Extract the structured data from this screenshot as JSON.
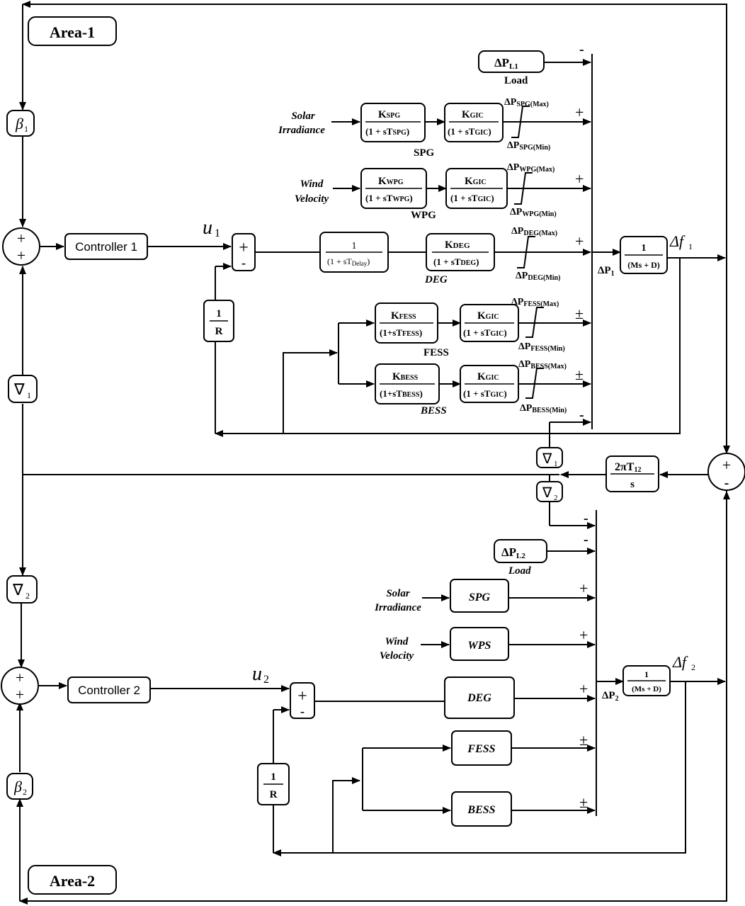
{
  "areas": {
    "area1": "Area-1",
    "area2": "Area-2"
  },
  "controllers": {
    "c1": "Controller 1",
    "c2": "Controller 2"
  },
  "signals": {
    "u1": "u",
    "u1_sub": "1",
    "u2": "u",
    "u2_sub": "2",
    "df1": "Δf",
    "df1_sub": "1",
    "df2": "Δf",
    "df2_sub": "2",
    "dp1": "ΔP",
    "dp1_sub": "1",
    "dp2": "ΔP",
    "dp2_sub": "2"
  },
  "gains": {
    "beta1": "β",
    "beta1_sub": "1",
    "beta2": "β",
    "beta2_sub": "2",
    "nabla1": "∇",
    "nabla1_sub": "1",
    "nabla2": "∇",
    "nabla2_sub": "2"
  },
  "inputs": {
    "solar1": "Solar",
    "solar2": "Irradiance",
    "wind1": "Wind",
    "wind2": "Velocity"
  },
  "area1": {
    "load_box": "ΔP",
    "load_box_sub": "L1",
    "load_label": "Load",
    "spg_num": "K",
    "spg_num_sub": "SPG",
    "spg_den": "(1 + sT",
    "spg_den_sub": "SPG",
    "spg_label": "SPG",
    "wpg_num": "K",
    "wpg_num_sub": "WPG",
    "wpg_den": "(1 + sT",
    "wpg_den_sub": "WPG",
    "wpg_label": "WPG",
    "gic_num": "K",
    "gic_num_sub": "GIC",
    "gic_den": "(1 + sT",
    "gic_den_sub": "GIC",
    "delay_num": "1",
    "delay_den": "(1 + sT",
    "delay_den_sub": "Delay",
    "deg_num": "K",
    "deg_num_sub": "DEG",
    "deg_den": "(1 + sT",
    "deg_den_sub": "DEG",
    "deg_label": "DEG",
    "fess_num": "K",
    "fess_num_sub": "FESS",
    "fess_den": "(1+sT",
    "fess_den_sub": "FESS",
    "fess_label": "FESS",
    "bess_num": "K",
    "bess_num_sub": "BESS",
    "bess_den": "(1+sT",
    "bess_den_sub": "BESS",
    "bess_label": "BESS",
    "droop_num": "1",
    "droop_den": "R",
    "sys_num": "1",
    "sys_den": "(Ms + D)",
    "lim_spg_max": "SPG(Max)",
    "lim_spg_min": "SPG(Min)",
    "lim_wpg_max": "WPG(Max)",
    "lim_wpg_min": "WPG(Min)",
    "lim_deg_max": "DEG(Max)",
    "lim_deg_min": "DEG(Min)",
    "lim_fess_max": "FESS(Max)",
    "lim_fess_min": "FESS(Min)",
    "lim_bess_max": "BESS(Max)",
    "lim_bess_min": "BESS(Min)"
  },
  "tie": {
    "num": "2πT",
    "num_sub": "12",
    "den": "s"
  },
  "area2": {
    "load_box": "ΔP",
    "load_box_sub": "L2",
    "load_label": "Load",
    "spg": "SPG",
    "wps": "WPS",
    "deg": "DEG",
    "fess": "FESS",
    "bess": "BESS",
    "droop_num": "1",
    "droop_den": "R",
    "sys_num": "1",
    "sys_den": "(Ms + D)"
  },
  "signs": {
    "plus": "+",
    "minus": "-",
    "pm": "±"
  }
}
